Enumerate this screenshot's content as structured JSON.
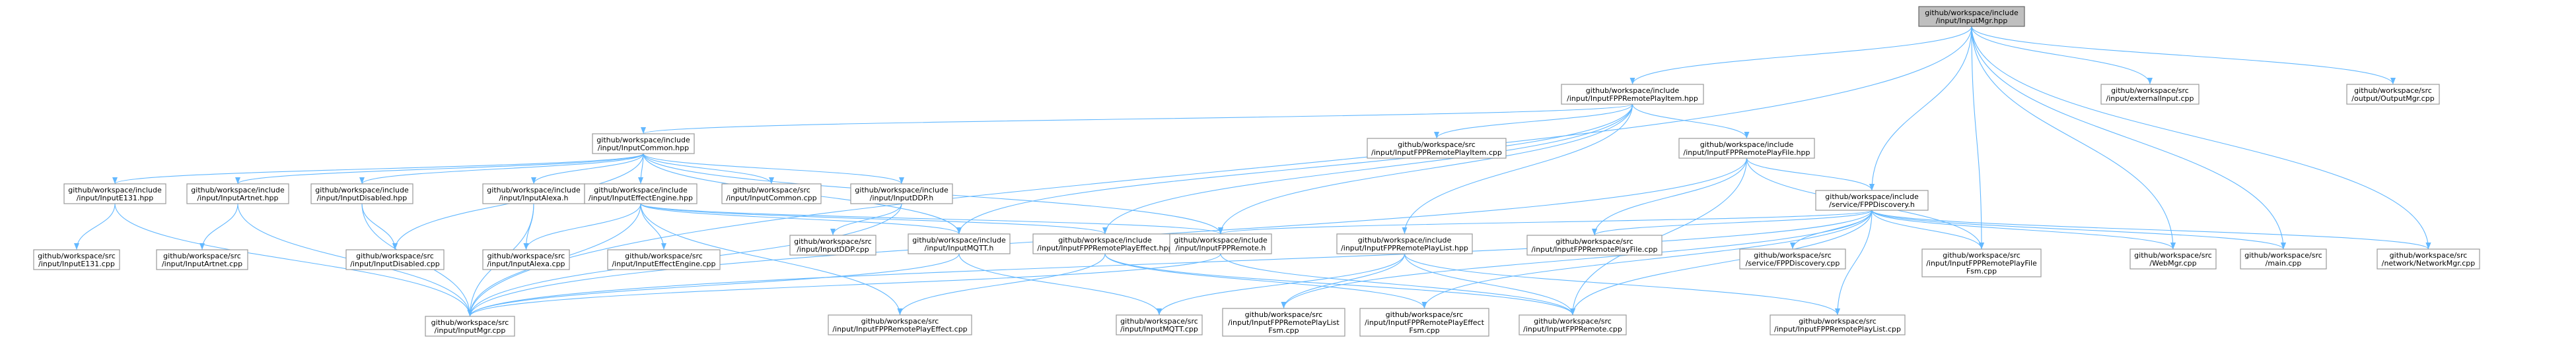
{
  "colors": {
    "edge": "#63b8ff",
    "node_border": "#999999",
    "root_fill": "#bfbfbf"
  },
  "nodes": {
    "n_inputmgr_hpp": [
      "github/workspace/include",
      "/input/InputMgr.hpp"
    ],
    "n_rpi_hpp": [
      "github/workspace/include",
      "/input/InputFPPRemotePlayItem.hpp"
    ],
    "n_external_cpp": [
      "github/workspace/src",
      "/input/externalInput.cpp"
    ],
    "n_outputmgr_cpp": [
      "github/workspace/src",
      "/output/OutputMgr.cpp"
    ],
    "n_common_hpp": [
      "github/workspace/include",
      "/input/InputCommon.hpp"
    ],
    "n_rpi_cpp": [
      "github/workspace/src",
      "/input/InputFPPRemotePlayItem.cpp"
    ],
    "n_rpf_hpp": [
      "github/workspace/include",
      "/input/InputFPPRemotePlayFile.hpp"
    ],
    "n_e131_hpp": [
      "github/workspace/include",
      "/input/InputE131.hpp"
    ],
    "n_artnet_hpp": [
      "github/workspace/include",
      "/input/InputArtnet.hpp"
    ],
    "n_disabled_hpp": [
      "github/workspace/include",
      "/input/InputDisabled.hpp"
    ],
    "n_alexa_h": [
      "github/workspace/include",
      "/input/InputAlexa.h"
    ],
    "n_effect_hpp": [
      "github/workspace/include",
      "/input/InputEffectEngine.hpp"
    ],
    "n_common_cpp": [
      "github/workspace/src",
      "/input/InputCommon.cpp"
    ],
    "n_ddp_h": [
      "github/workspace/include",
      "/input/InputDDP.h"
    ],
    "n_fppdisc_h": [
      "github/workspace/include",
      "/service/FPPDiscovery.h"
    ],
    "n_rpf_cpp": [
      "github/workspace/src",
      "/input/InputFPPRemotePlayFile.cpp"
    ],
    "n_e131_cpp": [
      "github/workspace/src",
      "/input/InputE131.cpp"
    ],
    "n_artnet_cpp": [
      "github/workspace/src",
      "/input/InputArtnet.cpp"
    ],
    "n_disabled_cpp": [
      "github/workspace/src",
      "/input/InputDisabled.cpp"
    ],
    "n_alexa_cpp": [
      "github/workspace/src",
      "/input/InputAlexa.cpp"
    ],
    "n_effect_cpp": [
      "github/workspace/src",
      "/input/InputEffectEngine.cpp"
    ],
    "n_ddp_cpp": [
      "github/workspace/src",
      "/input/InputDDP.cpp"
    ],
    "n_mqtt_h": [
      "github/workspace/include",
      "/input/InputMQTT.h"
    ],
    "n_rpe_hpp": [
      "github/workspace/include",
      "/input/InputFPPRemotePlayEffect.hpp"
    ],
    "n_remote_h": [
      "github/workspace/include",
      "/input/InputFPPRemote.h"
    ],
    "n_rpl_hpp": [
      "github/workspace/include",
      "/input/InputFPPRemotePlayList.hpp"
    ],
    "n_fppdisc_cpp": [
      "github/workspace/src",
      "/service/FPPDiscovery.cpp"
    ],
    "n_rpffsm_cpp": [
      "github/workspace/src",
      "/input/InputFPPRemotePlayFile",
      "Fsm.cpp"
    ],
    "n_webmgr_cpp": [
      "github/workspace/src",
      "/WebMgr.cpp"
    ],
    "n_main_cpp": [
      "github/workspace/src",
      "/main.cpp"
    ],
    "n_netmgr_cpp": [
      "github/workspace/src",
      "/network/NetworkMgr.cpp"
    ],
    "n_inputmgr_cpp": [
      "github/workspace/src",
      "/input/InputMgr.cpp"
    ],
    "n_rpe_cpp": [
      "github/workspace/src",
      "/input/InputFPPRemotePlayEffect.cpp"
    ],
    "n_mqtt_cpp": [
      "github/workspace/src",
      "/input/InputMQTT.cpp"
    ],
    "n_rplfsm_cpp": [
      "github/workspace/src",
      "/input/InputFPPRemotePlayList",
      "Fsm.cpp"
    ],
    "n_rpefsm_cpp": [
      "github/workspace/src",
      "/input/InputFPPRemotePlayEffect",
      "Fsm.cpp"
    ],
    "n_remote_cpp": [
      "github/workspace/src",
      "/input/InputFPPRemote.cpp"
    ],
    "n_rpl_cpp": [
      "github/workspace/src",
      "/input/InputFPPRemotePlayList.cpp"
    ]
  },
  "edges": [
    [
      "n_inputmgr_hpp",
      "n_rpi_hpp"
    ],
    [
      "n_inputmgr_hpp",
      "n_external_cpp"
    ],
    [
      "n_inputmgr_hpp",
      "n_outputmgr_cpp"
    ],
    [
      "n_inputmgr_hpp",
      "n_fppdisc_h"
    ],
    [
      "n_inputmgr_hpp",
      "n_rpffsm_cpp"
    ],
    [
      "n_inputmgr_hpp",
      "n_webmgr_cpp"
    ],
    [
      "n_inputmgr_hpp",
      "n_main_cpp"
    ],
    [
      "n_inputmgr_hpp",
      "n_netmgr_cpp"
    ],
    [
      "n_inputmgr_hpp",
      "n_inputmgr_cpp"
    ],
    [
      "n_rpi_hpp",
      "n_common_hpp"
    ],
    [
      "n_rpi_hpp",
      "n_rpi_cpp"
    ],
    [
      "n_rpi_hpp",
      "n_rpf_hpp"
    ],
    [
      "n_rpi_hpp",
      "n_mqtt_h"
    ],
    [
      "n_rpi_hpp",
      "n_rpe_hpp"
    ],
    [
      "n_rpi_hpp",
      "n_remote_h"
    ],
    [
      "n_rpi_hpp",
      "n_rpl_hpp"
    ],
    [
      "n_common_hpp",
      "n_e131_hpp"
    ],
    [
      "n_common_hpp",
      "n_artnet_hpp"
    ],
    [
      "n_common_hpp",
      "n_disabled_hpp"
    ],
    [
      "n_common_hpp",
      "n_alexa_h"
    ],
    [
      "n_common_hpp",
      "n_effect_hpp"
    ],
    [
      "n_common_hpp",
      "n_common_cpp"
    ],
    [
      "n_common_hpp",
      "n_ddp_h"
    ],
    [
      "n_common_hpp",
      "n_mqtt_h"
    ],
    [
      "n_common_hpp",
      "n_remote_h"
    ],
    [
      "n_common_hpp",
      "n_disabled_cpp"
    ],
    [
      "n_rpf_hpp",
      "n_fppdisc_h"
    ],
    [
      "n_rpf_hpp",
      "n_rpf_cpp"
    ],
    [
      "n_rpf_hpp",
      "n_rpffsm_cpp"
    ],
    [
      "n_rpf_hpp",
      "n_remote_cpp"
    ],
    [
      "n_rpf_hpp",
      "n_inputmgr_cpp"
    ],
    [
      "n_e131_hpp",
      "n_e131_cpp"
    ],
    [
      "n_e131_hpp",
      "n_inputmgr_cpp"
    ],
    [
      "n_artnet_hpp",
      "n_artnet_cpp"
    ],
    [
      "n_artnet_hpp",
      "n_inputmgr_cpp"
    ],
    [
      "n_disabled_hpp",
      "n_disabled_cpp"
    ],
    [
      "n_disabled_hpp",
      "n_inputmgr_cpp"
    ],
    [
      "n_alexa_h",
      "n_alexa_cpp"
    ],
    [
      "n_alexa_h",
      "n_inputmgr_cpp"
    ],
    [
      "n_effect_hpp",
      "n_alexa_cpp"
    ],
    [
      "n_effect_hpp",
      "n_effect_cpp"
    ],
    [
      "n_effect_hpp",
      "n_mqtt_h"
    ],
    [
      "n_effect_hpp",
      "n_rpe_hpp"
    ],
    [
      "n_effect_hpp",
      "n_inputmgr_cpp"
    ],
    [
      "n_effect_hpp",
      "n_rpe_cpp"
    ],
    [
      "n_effect_hpp",
      "n_remote_h"
    ],
    [
      "n_ddp_h",
      "n_ddp_cpp"
    ],
    [
      "n_ddp_h",
      "n_inputmgr_cpp"
    ],
    [
      "n_fppdisc_h",
      "n_rpf_cpp"
    ],
    [
      "n_fppdisc_h",
      "n_fppdisc_cpp"
    ],
    [
      "n_fppdisc_h",
      "n_rpffsm_cpp"
    ],
    [
      "n_fppdisc_h",
      "n_webmgr_cpp"
    ],
    [
      "n_fppdisc_h",
      "n_main_cpp"
    ],
    [
      "n_fppdisc_h",
      "n_netmgr_cpp"
    ],
    [
      "n_fppdisc_h",
      "n_remote_h"
    ],
    [
      "n_fppdisc_h",
      "n_inputmgr_cpp"
    ],
    [
      "n_fppdisc_h",
      "n_remote_cpp"
    ],
    [
      "n_fppdisc_h",
      "n_rpefsm_cpp"
    ],
    [
      "n_fppdisc_h",
      "n_rpl_cpp"
    ],
    [
      "n_fppdisc_h",
      "n_rplfsm_cpp"
    ],
    [
      "n_mqtt_h",
      "n_inputmgr_cpp"
    ],
    [
      "n_mqtt_h",
      "n_mqtt_cpp"
    ],
    [
      "n_rpe_hpp",
      "n_rpe_cpp"
    ],
    [
      "n_rpe_hpp",
      "n_remote_cpp"
    ],
    [
      "n_rpe_hpp",
      "n_rpefsm_cpp"
    ],
    [
      "n_remote_h",
      "n_inputmgr_cpp"
    ],
    [
      "n_remote_h",
      "n_remote_cpp"
    ],
    [
      "n_rpl_hpp",
      "n_mqtt_cpp"
    ],
    [
      "n_rpl_hpp",
      "n_rplfsm_cpp"
    ],
    [
      "n_rpl_hpp",
      "n_remote_cpp"
    ],
    [
      "n_rpl_hpp",
      "n_rpl_cpp"
    ]
  ]
}
